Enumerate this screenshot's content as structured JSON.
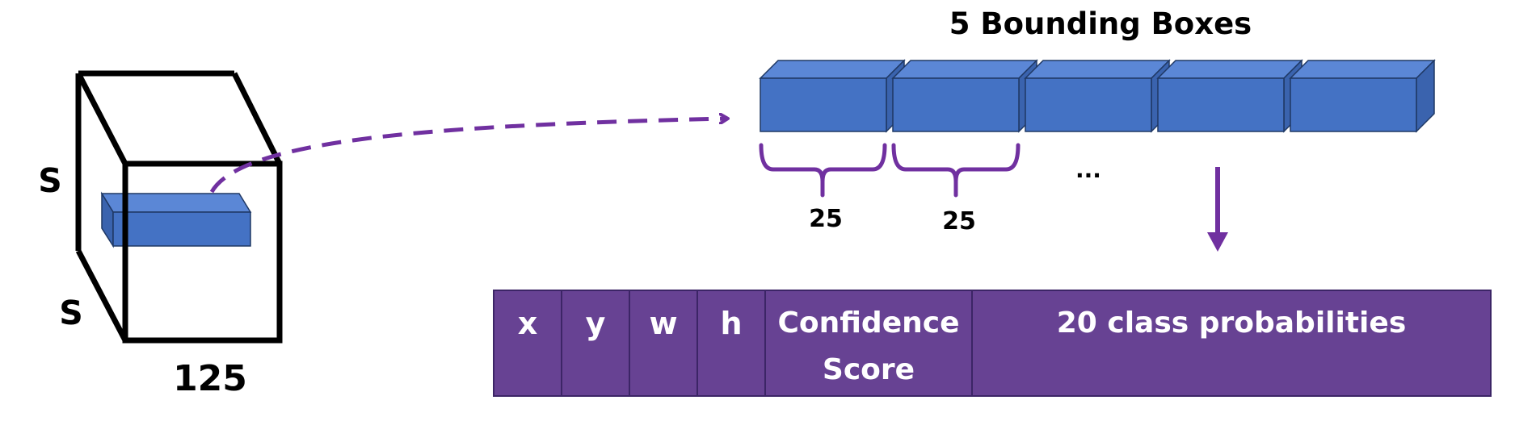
{
  "title": "5 Bounding Boxes",
  "tensor": {
    "height_label": "S",
    "width_label": "S",
    "depth_label": "125"
  },
  "box_strip": {
    "count": 5,
    "group_labels": [
      "25",
      "25"
    ],
    "ellipsis": "..."
  },
  "vector": {
    "cells": [
      "x",
      "y",
      "w",
      "h",
      "Confidence Score",
      "20 class probabilities"
    ]
  },
  "colors": {
    "box_front": "#4472C4",
    "box_top": "#5B87D6",
    "box_side": "#3A63AE",
    "box_stroke": "#1F3864",
    "accent_purple": "#7030A0",
    "table_fill": "#674293",
    "table_stroke": "#3C2566",
    "cube_stroke": "#000000"
  },
  "icons": {
    "arrow_to_strip": "dashed-curved-arrow-icon",
    "arrow_to_vector": "down-arrow-icon"
  }
}
